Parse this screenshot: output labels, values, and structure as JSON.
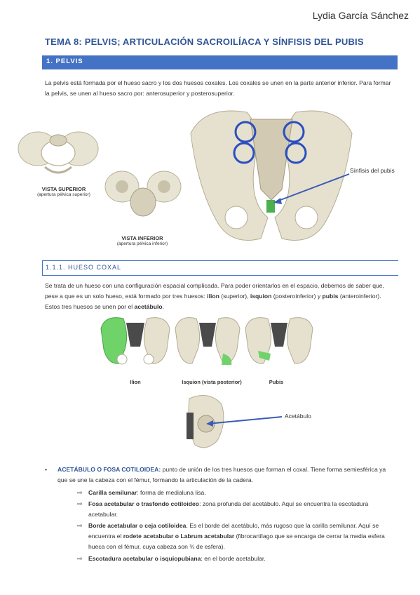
{
  "author": "Lydia García Sánchez",
  "title": "TEMA 8: PELVIS; ARTICULACIÓN SACROILÍACA Y SÍNFISIS DEL PUBIS",
  "section1": {
    "label": "1.   PELVIS"
  },
  "intro": "La pelvis está formada por el hueso sacro y los dos huesos coxales. Los coxales se unen en la parte anterior inferior. Para formar la pelvis, se unen al hueso sacro por: anterosuperior y posterosuperior.",
  "fig1": {
    "superior_title": "VISTA SUPERIOR",
    "superior_sub": "(apertura pélvica superior)",
    "inferior_title": "VISTA INFERIOR",
    "inferior_sub": "(apertura pélvica inferior)",
    "symphysis_label": "Sínfisis del pubis"
  },
  "section2": {
    "label": "1.1.1.   HUESO COXAL"
  },
  "coxal_para": {
    "p1": "Se trata de un hueso con una configuración espacial complicada. Para poder orientarlos en el espacio, debemos de saber que, pese a que es un solo hueso, está formado por tres huesos: ",
    "ilion": "ilion",
    "p2": " (superior), ",
    "isquion": "isquion",
    "p3": " (posteroinferior) y ",
    "pubis": "pubis",
    "p4": " (anteroinferior). Estos tres huesos se unen por el ",
    "acetabulo": "acetábulo",
    "p5": "."
  },
  "fig2": {
    "ilion": "Ilion",
    "isquion": "Isquion (vista posterior)",
    "pubis": "Pubis",
    "acetabulo_label": "Acetábulo"
  },
  "colors": {
    "accent": "#4472c4",
    "title": "#2f5496",
    "highlight": "#6fd36a",
    "circle": "#2a4fbf"
  },
  "bullet": {
    "heading": "ACETÁBULO O FOSA COTILOIDEA:",
    "text": " punto de unión de los tres huesos que forman el coxal. Tiene forma semiesférica ya que se une la cabeza con el fémur, formando la articulación de la cadera."
  },
  "subitems": [
    {
      "bold": "Carilla semilunar",
      "text": ": forma de medialuna lisa."
    },
    {
      "bold": "Fosa acetabular o trasfondo cotiloideo",
      "text": ": zona profunda del acetábulo. Aquí se encuentra la escotadura acetabular."
    },
    {
      "bold": "Borde acetabular o ceja cotiloidea",
      "text": ". Es el borde del acetábulo, más rugoso que la carilla semilunar. Aquí se encuentra el ",
      "bold2": "rodete acetabular o Labrum acetabular",
      "text2": " (fibrocartílago que se encarga de cerrar la media esfera hueca con el fémur, cuya cabeza son ¾ de esfera)."
    },
    {
      "bold": "Escotadura acetabular o isquiopubiana",
      "text": ": en el borde acetabular."
    }
  ],
  "icons": {
    "arrow": "⇨",
    "bullet": "•"
  }
}
